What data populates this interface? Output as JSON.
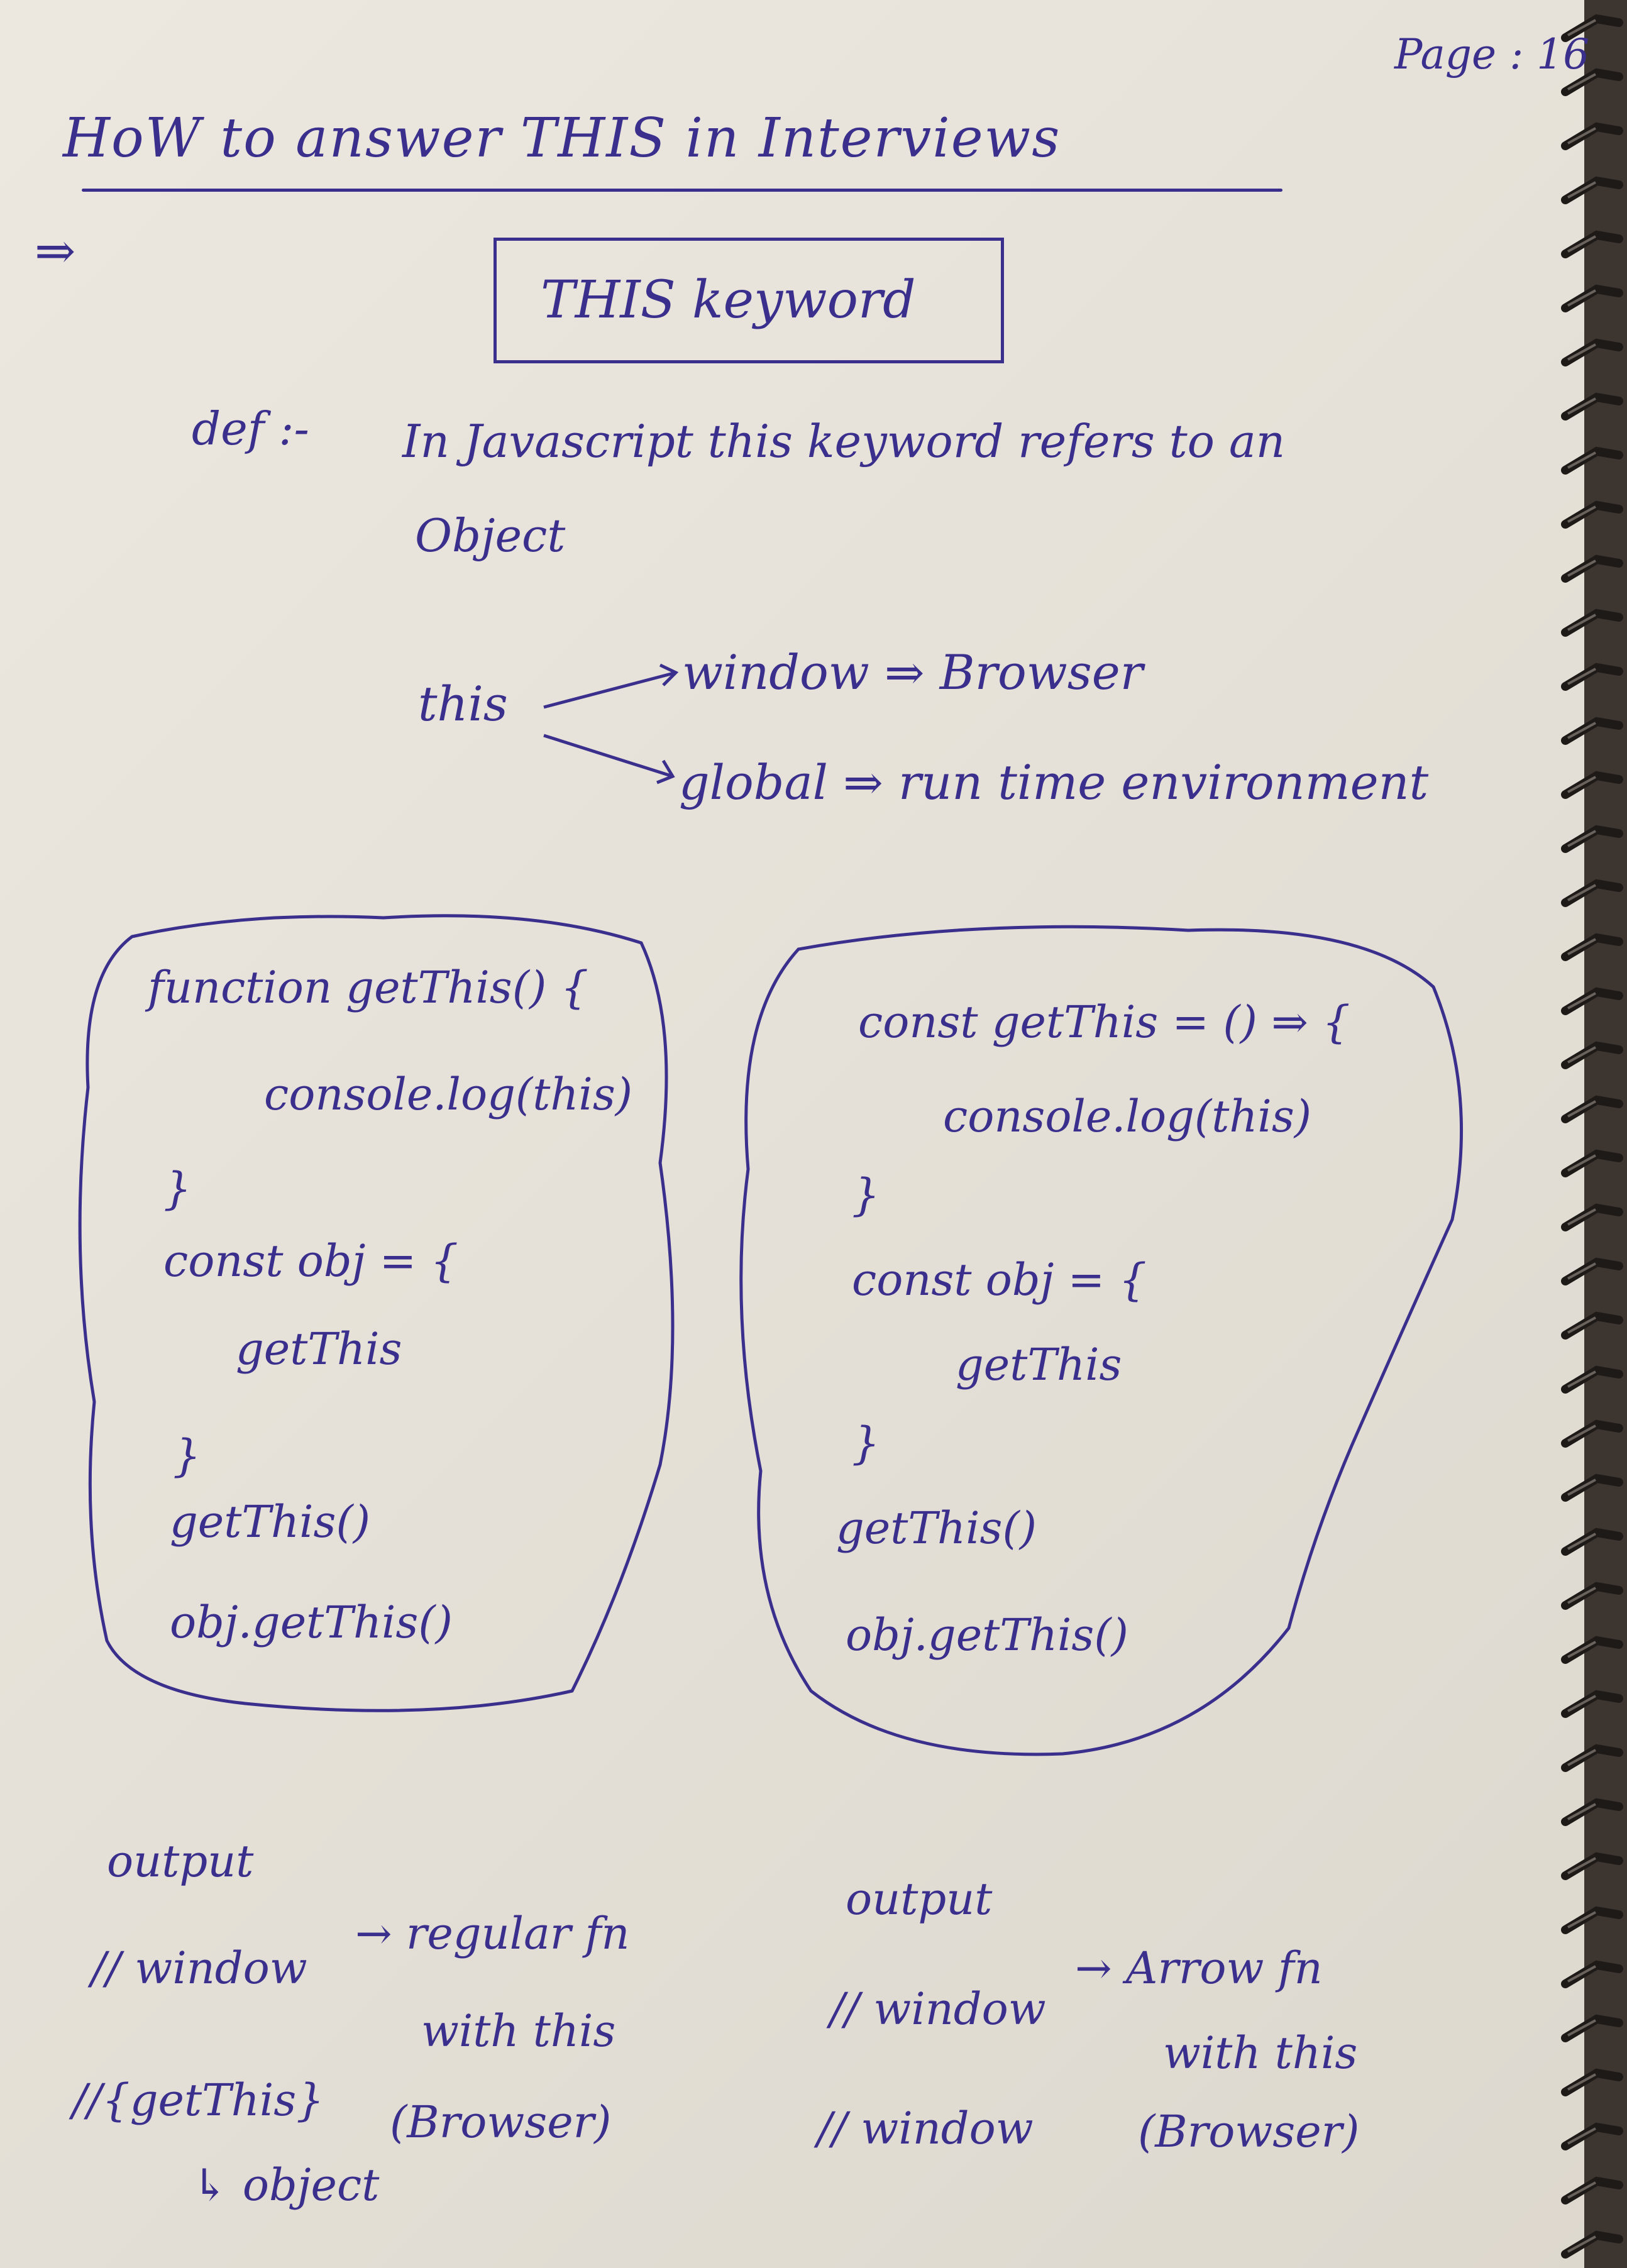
{
  "page_number": "Page : 16",
  "title": "HoW to answer THIS in Interviews",
  "arrow_symbol": "⇒",
  "keyword_box_label": "THIS keyword",
  "definition": {
    "label": "def :-",
    "line1": "In Javascript this keyword refers to an",
    "line2": "Object"
  },
  "this_diagram": {
    "root": "this",
    "branches": [
      "window ⇒ Browser",
      "global ⇒ run time environment"
    ]
  },
  "left_code": {
    "lines": [
      "function getThis() {",
      "console.log(this)",
      "}",
      "const obj = {",
      "getThis",
      "}",
      "getThis()",
      "obj.getThis()"
    ]
  },
  "right_code": {
    "lines": [
      "const getThis = () ⇒ {",
      "console.log(this)",
      "}",
      "const obj = {",
      "getThis",
      "}",
      "getThis()",
      "obj.getThis()"
    ]
  },
  "left_output": {
    "title": "output",
    "line1": "// window",
    "note1": "→ regular fn",
    "note2": "with this",
    "line2": "//{getThis}",
    "note3": "(Browser)",
    "note4": "↳ object"
  },
  "right_output": {
    "title": "output",
    "line1": "// window",
    "note1": "→ Arrow fn",
    "note2": "with this",
    "line2": "// window",
    "note3": "(Browser)"
  },
  "colors": {
    "ink": "#3a2f8c",
    "paper": "#e8e4dc"
  }
}
